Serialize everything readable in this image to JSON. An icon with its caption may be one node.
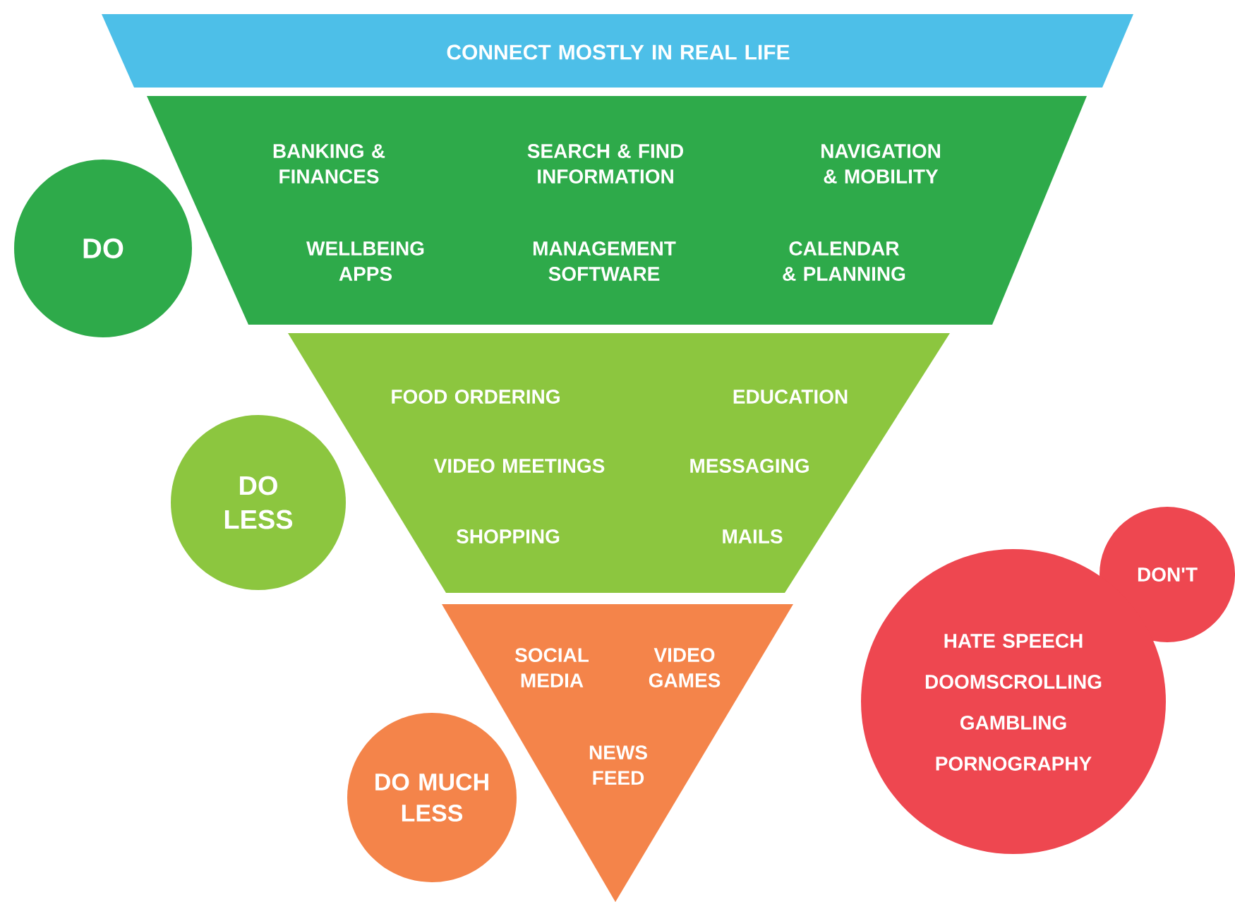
{
  "diagram": {
    "nodes": [
      {
        "text": [
          "CONNECT MOSTLY IN REAL LIFE"
        ]
      },
      {
        "text": [
          "BANKING & FINANCES",
          "SEARCH & FIND INFORMATION",
          "NAVIGATION & MOBILITY",
          "WELLBEING APPS",
          "MANAGEMENT SOFTWARE",
          "CALENDAR & PLANNING"
        ]
      },
      {
        "text": [
          "DO"
        ]
      },
      {
        "text": [
          "FOOD ORDERING",
          "EDUCATION",
          "VIDEO MEETINGS",
          "MESSAGING",
          "SHOPPING",
          "MAILS"
        ]
      },
      {
        "text": [
          "DO LESS"
        ]
      },
      {
        "text": [
          "SOCIAL MEDIA",
          "VIDEO GAMES",
          "NEWS FEED"
        ]
      },
      {
        "text": [
          "DO MUCH LESS"
        ]
      },
      {
        "text": [
          "DON'T"
        ]
      },
      {
        "text": [
          "HATE SPEECH",
          "DOOMSCROLLING",
          "GAMBLING",
          "PORNOGRAPHY"
        ]
      }
    ]
  }
}
